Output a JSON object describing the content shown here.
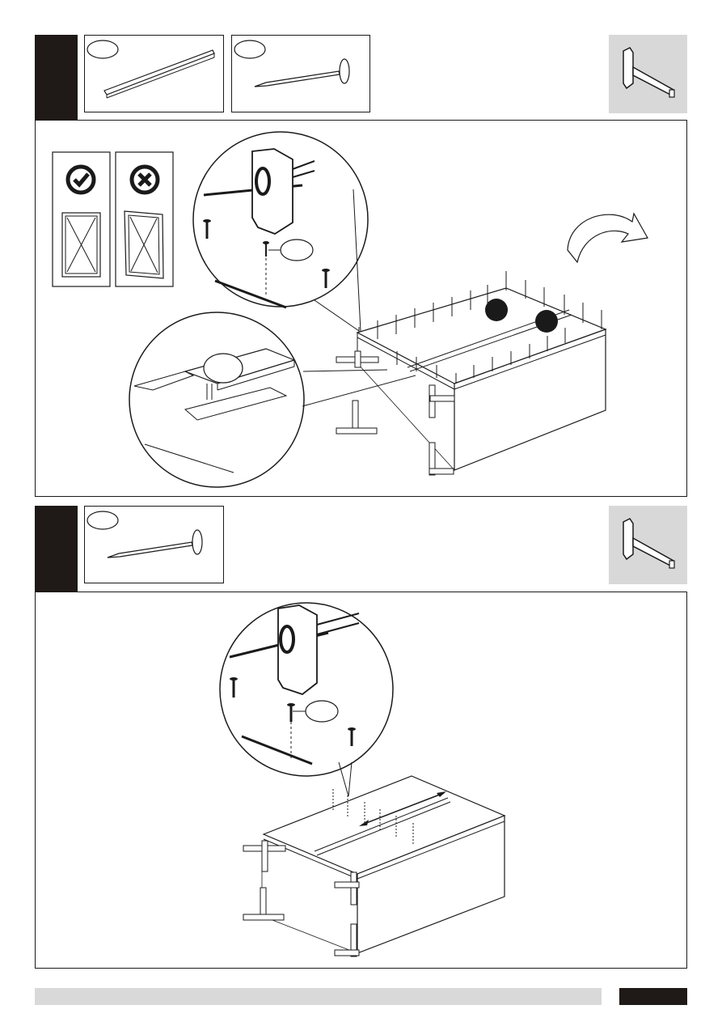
{
  "steps": [
    {
      "parts": [
        "long-rail-strip",
        "nail"
      ],
      "tool": "hammer-icon",
      "checks": {
        "correct": "checkmark-icon",
        "wrong": "x-mark-icon"
      }
    },
    {
      "parts": [
        "nail"
      ],
      "tool": "hammer-icon"
    }
  ],
  "colors": {
    "dark": "#1f1a17",
    "grey": "#d8d8d8",
    "line": "#1a1a1a"
  }
}
